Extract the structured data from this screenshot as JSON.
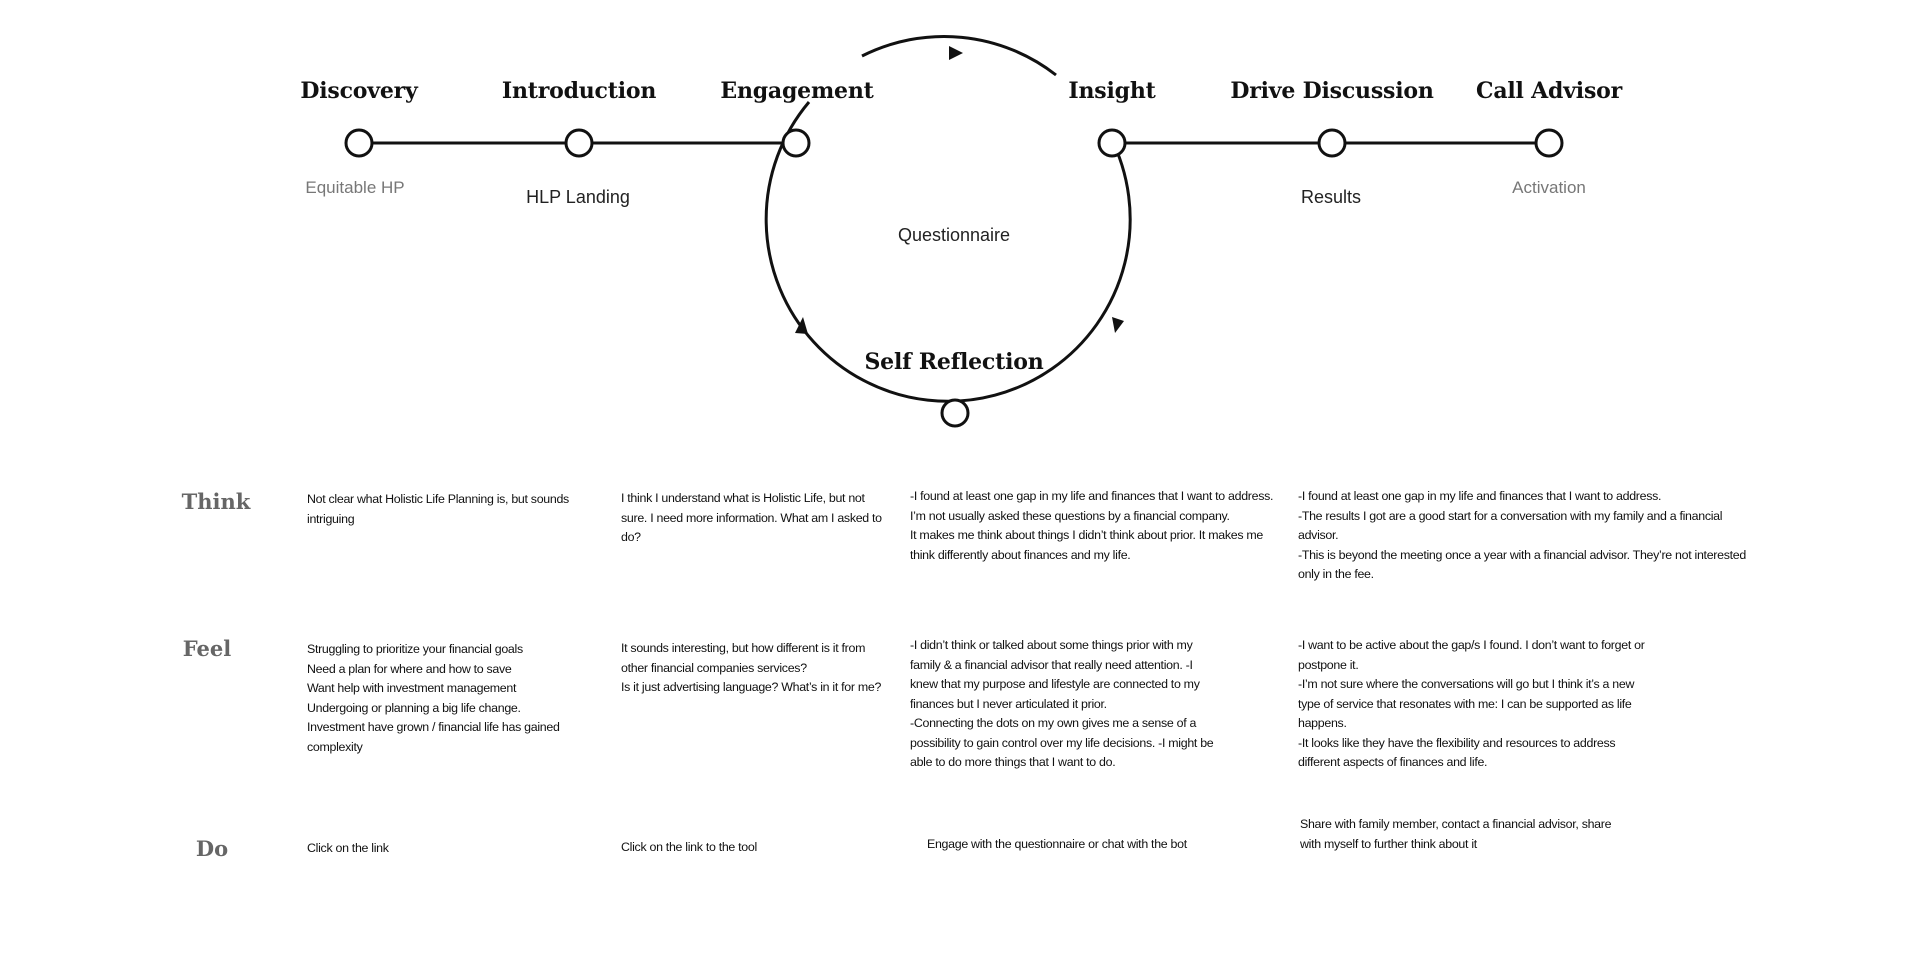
{
  "stages": [
    {
      "id": "discovery",
      "title": "Discovery",
      "subtitle": "Equitable HP"
    },
    {
      "id": "introduction",
      "title": "Introduction",
      "subtitle": "HLP Landing"
    },
    {
      "id": "engagement",
      "title": "Engagement",
      "subtitle": ""
    },
    {
      "id": "insight",
      "title": "Insight",
      "subtitle": ""
    },
    {
      "id": "drive-discussion",
      "title": "Drive Discussion",
      "subtitle": "Results"
    },
    {
      "id": "call-advisor",
      "title": "Call Advisor",
      "subtitle": "Activation"
    }
  ],
  "loop": {
    "center_label": "Questionnaire",
    "bottom_title": "Self Reflection"
  },
  "rows": [
    {
      "label": "Think",
      "cells": [
        "Not clear what Holistic Life Planning is, but sounds\nintriguing",
        "I think I understand what is Holistic Life, but not\nsure. I need more information. What am I asked to\ndo?",
        "-I found at least one gap in my life and finances that I want to address.\nI’m not usually asked these questions by a financial company.\nIt makes me think about things I didn’t think about prior. It makes me\nthink differently about finances and my life.",
        "-I found at least one gap in my life and finances that I want to address.\n-The results I got are a good start for a conversation with my family and a financial\nadvisor.\n-This is beyond the meeting once a year with a financial advisor. They’re not interested\nonly in the fee."
      ]
    },
    {
      "label": "Feel",
      "cells": [
        "Struggling to prioritize your financial goals\nNeed a plan for where and how to save\nWant help with investment management\nUndergoing or planning a big life change.\nInvestment have grown / financial life has gained\ncomplexity",
        "It sounds interesting, but how different is it from\nother financial companies services?\nIs it just advertising language? What’s in it for me?",
        "-I didn’t think or talked about some things prior with my\nfamily & a financial advisor that really need attention. -I\nknew that my purpose and lifestyle are connected to my\nfinances but I never articulated it prior.\n-Connecting the dots on my own gives me a sense of a\npossibility to gain control over my life decisions. -I might be\nable to do more things that I want to do.",
        "-I want to be active about the gap/s I found. I don’t want to forget or\npostpone it.\n-I’m not sure where the conversations will go but I think it’s a new\ntype of service that resonates with me: I can be supported as life\nhappens.\n-It looks like they have the flexibility and resources to address\ndifferent aspects of finances and life."
      ]
    },
    {
      "label": "Do",
      "cells": [
        "Click on the link",
        "Click on the link to the tool",
        "Engage with the questionnaire or chat with the bot",
        "Share with family member, contact a financial advisor, share\nwith myself to further think about it"
      ]
    }
  ]
}
